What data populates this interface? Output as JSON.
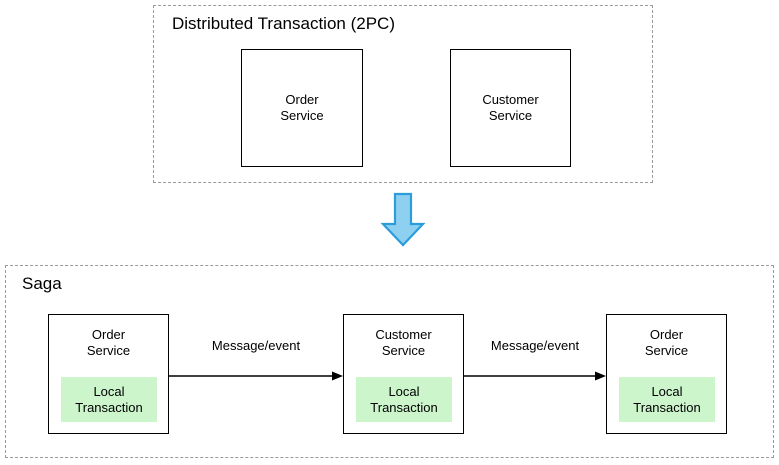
{
  "diagram": {
    "title_hidden": "",
    "colors": {
      "local_transaction_fill": "#ccf5cc",
      "big_arrow_fill": "#8ed0f0",
      "big_arrow_stroke": "#2d9cdb",
      "group_border": "#9a9a9a",
      "box_border": "#000000"
    },
    "groups": [
      {
        "name": "distributed-transaction",
        "title": "Distributed Transaction (2PC)",
        "services": [
          {
            "name": "order-service",
            "label": "Order\nService"
          },
          {
            "name": "customer-service",
            "label": "Customer\nService"
          }
        ]
      },
      {
        "name": "saga",
        "title": "Saga",
        "services": [
          {
            "name": "order-service",
            "label": "Order\nService",
            "local_transaction": "Local\nTransaction"
          },
          {
            "name": "customer-service",
            "label": "Customer\nService",
            "local_transaction": "Local\nTransaction"
          },
          {
            "name": "order-service-2",
            "label": "Order\nService",
            "local_transaction": "Local\nTransaction"
          }
        ],
        "edges": [
          {
            "name": "edge-1",
            "label": "Message/event"
          },
          {
            "name": "edge-2",
            "label": "Message/event"
          }
        ]
      }
    ],
    "transition_arrow": {
      "name": "down-arrow",
      "direction": "down"
    }
  }
}
